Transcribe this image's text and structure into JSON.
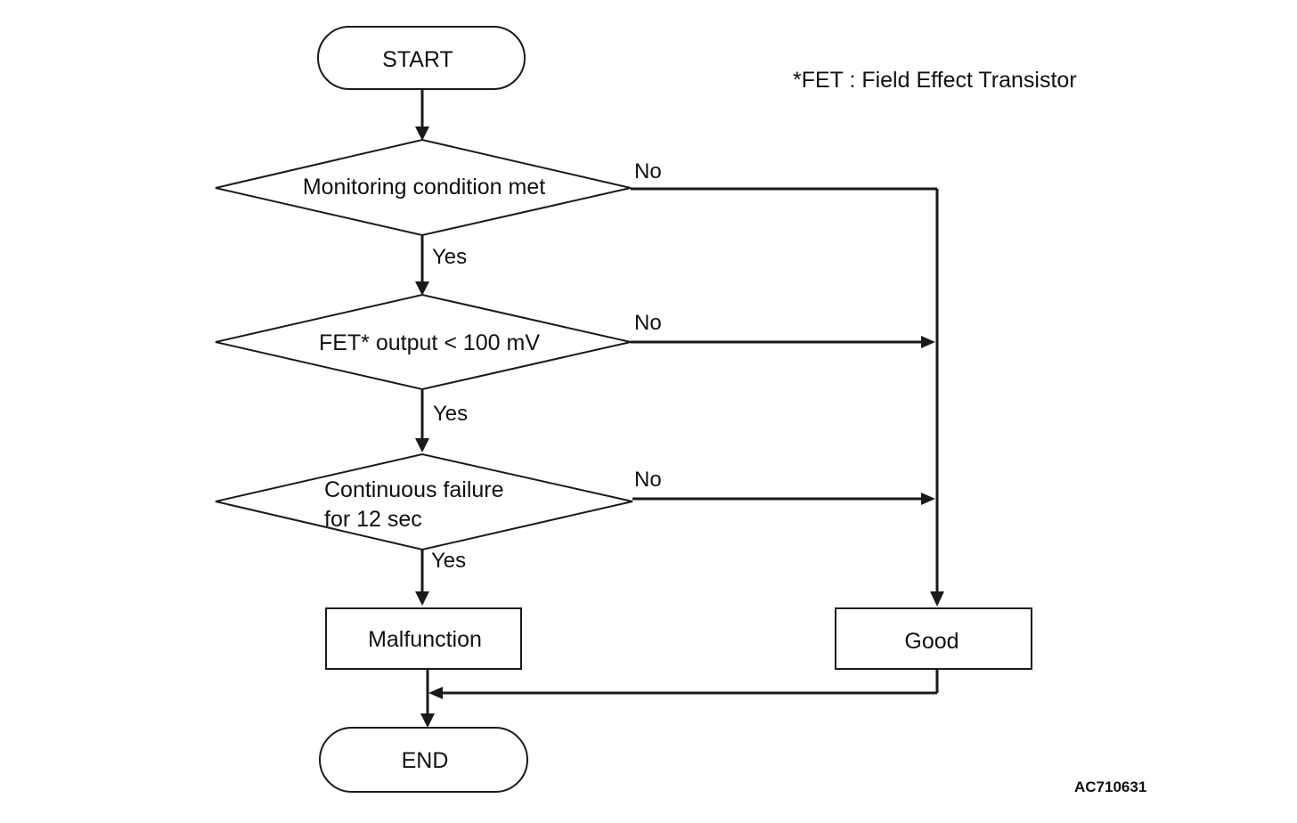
{
  "note": "*FET : Field Effect Transistor",
  "figure_code": "AC710631",
  "nodes": {
    "start": "START",
    "decision_1": "Monitoring condition met",
    "decision_2": "FET* output < 100 mV",
    "decision_3_line1": "Continuous failure",
    "decision_3_line2": "for 12 sec",
    "malfunction": "Malfunction",
    "good": "Good",
    "end": "END"
  },
  "branches": {
    "yes": "Yes",
    "no": "No"
  }
}
